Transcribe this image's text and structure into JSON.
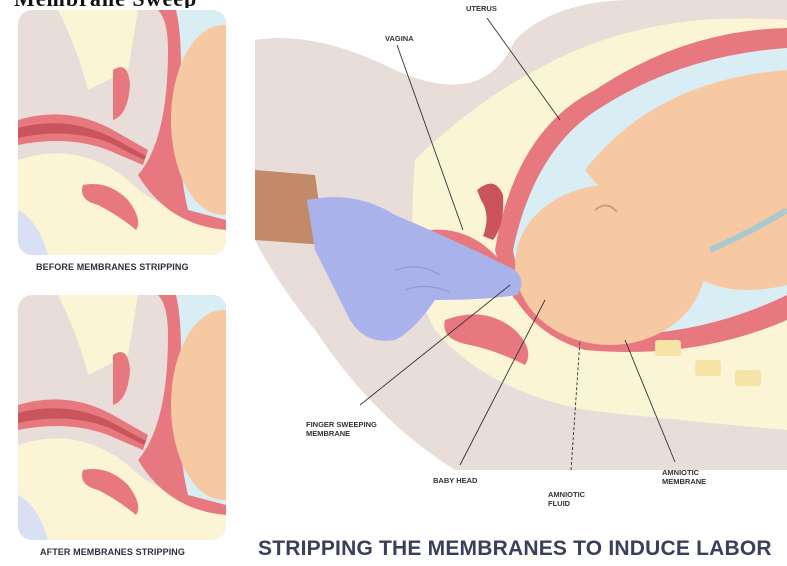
{
  "header_fragment": "Membrane Sweep",
  "panels": {
    "before_caption": "BEFORE MEMBRANES STRIPPING",
    "after_caption": "AFTER MEMBRANES STRIPPING"
  },
  "labels": {
    "uterus": "UTERUS",
    "vagina": "VAGINA",
    "finger": "FINGER SWEEPING MEMBRANE",
    "baby_head": "BABY HEAD",
    "amniotic_fluid": "AMNIOTIC FLUID",
    "amniotic_membrane": "AMNIOTIC MEMBRANE"
  },
  "title": "STRIPPING THE MEMBRANES TO INDUCE LABOR",
  "colors": {
    "skin_bg": "#eadcd8",
    "fluid": "#d9eef4",
    "baby": "#f7c9a3",
    "uterine_wall": "#e8787f",
    "glove": "#aab3ea",
    "fat": "#fbf3c8"
  }
}
